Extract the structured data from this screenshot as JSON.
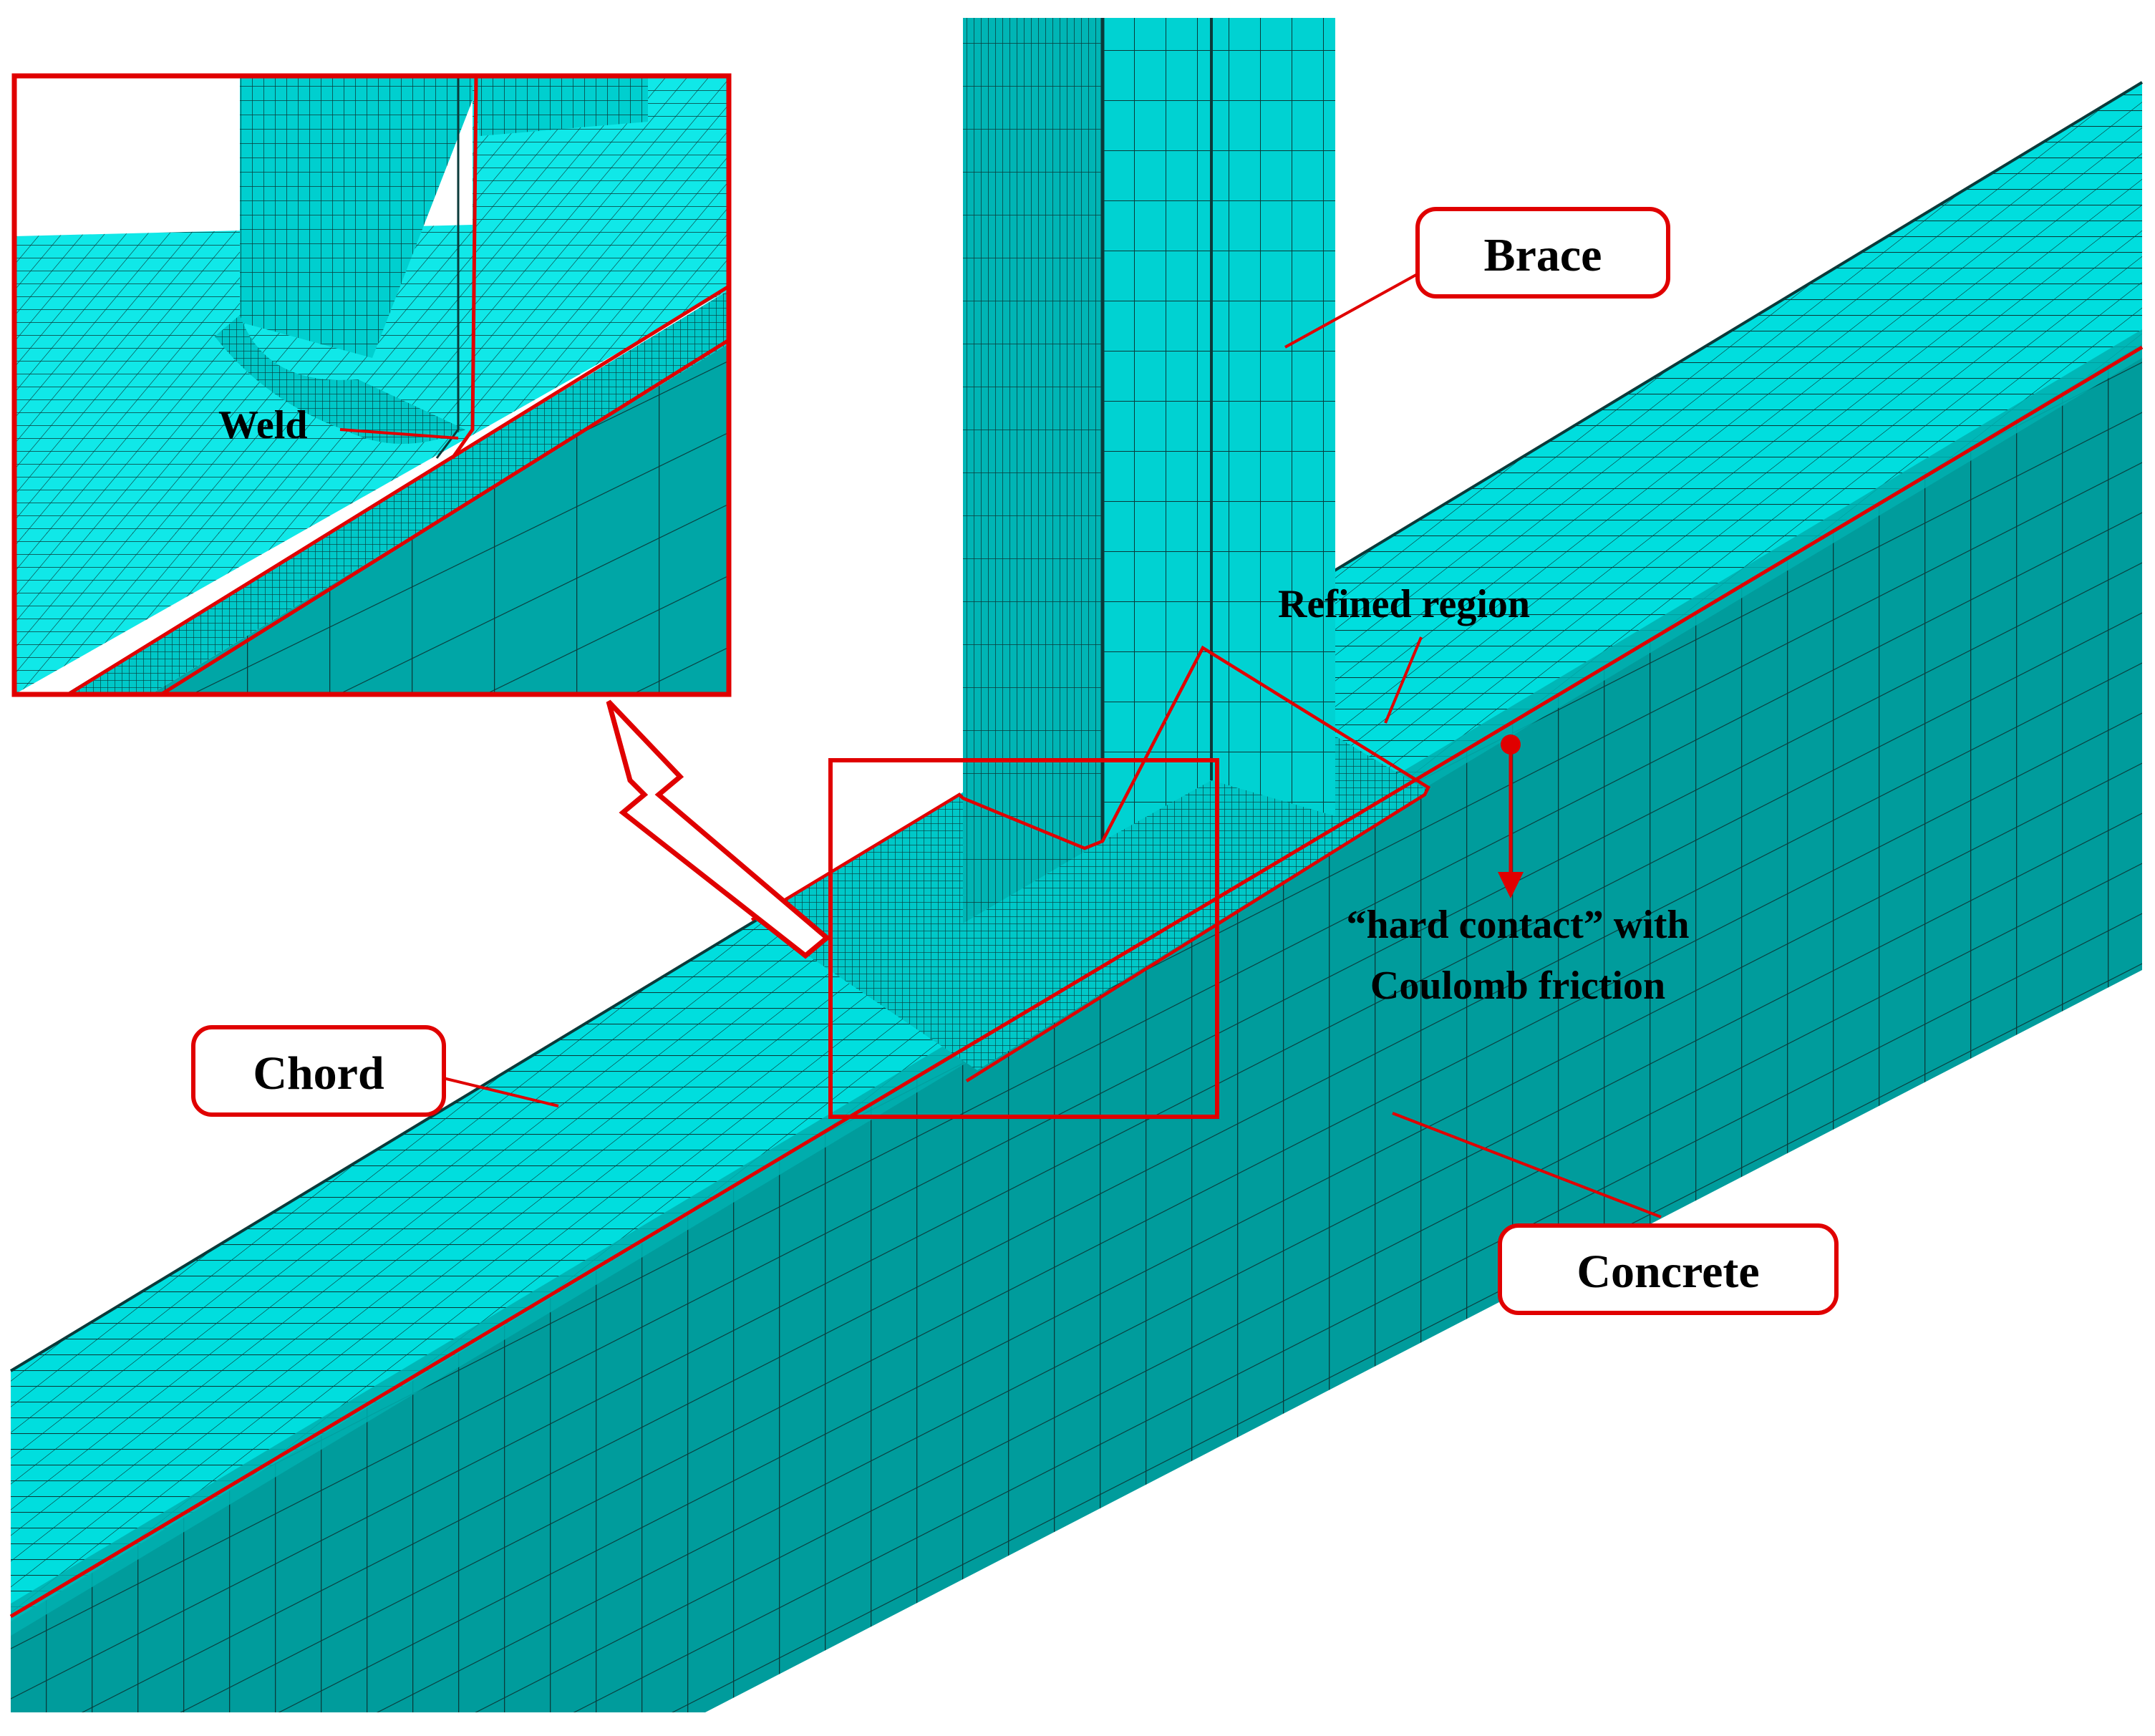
{
  "labels": {
    "brace": "Brace",
    "chord": "Chord",
    "concrete": "Concrete",
    "weld": "Weld",
    "refined_region": "Refined region",
    "contact_line1": "“hard contact” with",
    "contact_line2": "Coulomb friction"
  },
  "colors": {
    "mesh_light": "#00E5E5",
    "mesh_mid": "#00C4C4",
    "mesh_dark": "#009A9A",
    "mesh_line": "#0A3A3A",
    "annotation_red": "#E00000"
  }
}
